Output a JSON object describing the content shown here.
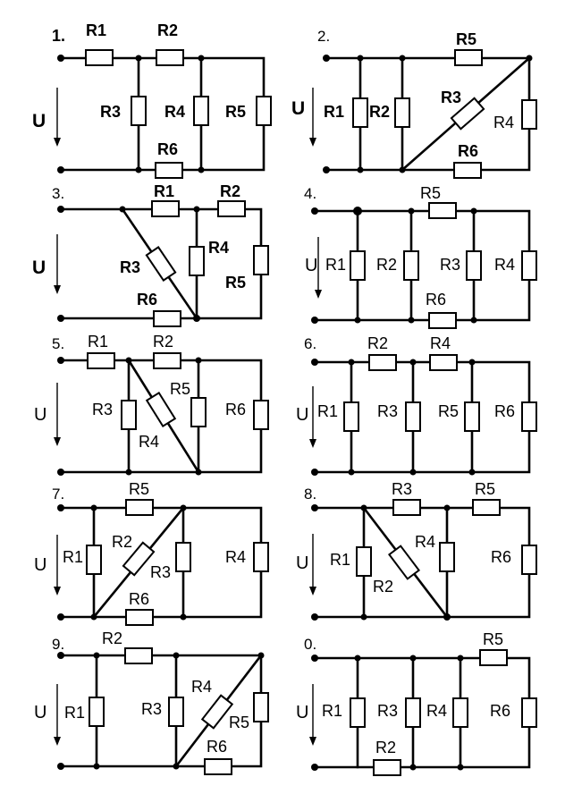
{
  "circuits": [
    {
      "number": "1.",
      "voltage": "U",
      "resistors": [
        "R1",
        "R2",
        "R3",
        "R4",
        "R5",
        "R6"
      ]
    },
    {
      "number": "2.",
      "voltage": "U",
      "resistors": [
        "R1",
        "R2",
        "R3",
        "R4",
        "R5",
        "R6"
      ]
    },
    {
      "number": "3.",
      "voltage": "U",
      "resistors": [
        "R1",
        "R2",
        "R3",
        "R4",
        "R5",
        "R6"
      ]
    },
    {
      "number": "4.",
      "voltage": "U",
      "resistors": [
        "R1",
        "R2",
        "R3",
        "R4",
        "R5",
        "R6"
      ]
    },
    {
      "number": "5.",
      "voltage": "U",
      "resistors": [
        "R1",
        "R2",
        "R3",
        "R4",
        "R5",
        "R6"
      ]
    },
    {
      "number": "6.",
      "voltage": "U",
      "resistors": [
        "R1",
        "R2",
        "R3",
        "R4",
        "R5",
        "R6"
      ]
    },
    {
      "number": "7.",
      "voltage": "U",
      "resistors": [
        "R1",
        "R2",
        "R3",
        "R4",
        "R5",
        "R6"
      ]
    },
    {
      "number": "8.",
      "voltage": "U",
      "resistors": [
        "R1",
        "R2",
        "R3",
        "R4",
        "R5",
        "R6"
      ]
    },
    {
      "number": "9.",
      "voltage": "U",
      "resistors": [
        "R1",
        "R2",
        "R3",
        "R4",
        "R5",
        "R6"
      ]
    },
    {
      "number": "0.",
      "voltage": "U",
      "resistors": [
        "R1",
        "R2",
        "R3",
        "R4",
        "R5",
        "R6"
      ]
    }
  ]
}
